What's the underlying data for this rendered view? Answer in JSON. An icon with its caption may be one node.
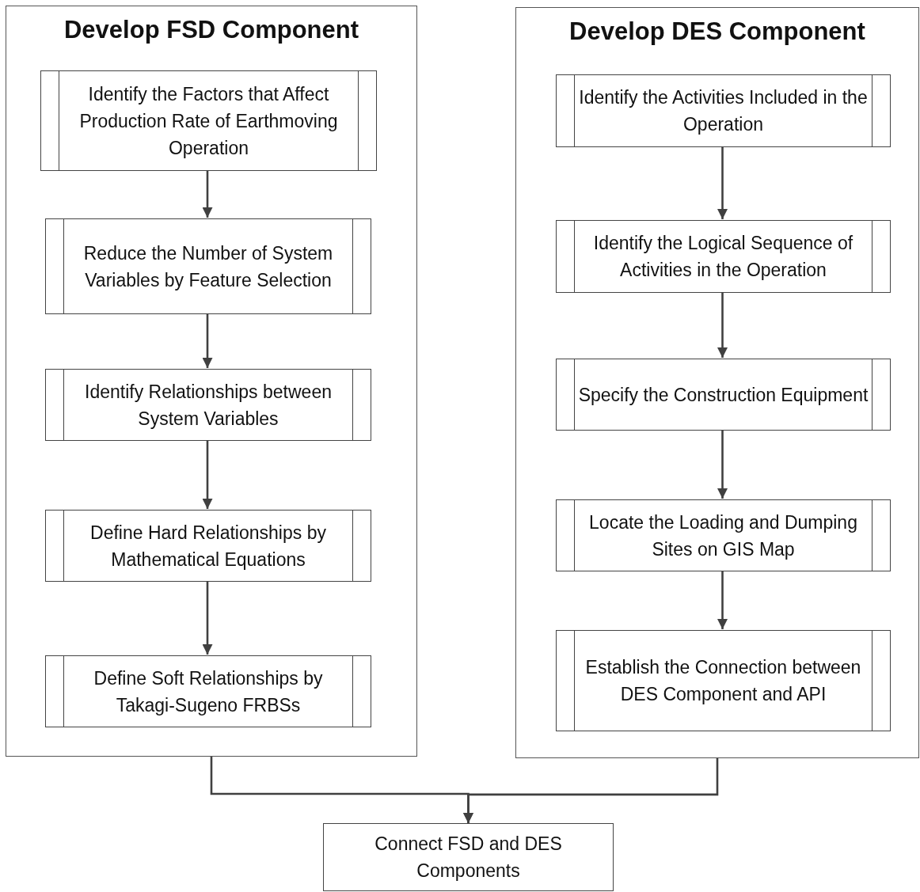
{
  "diagram": {
    "nodes": [
      {
        "text": [
          "Develop FSD Component"
        ]
      },
      {
        "text": [
          "Identify the Factors that Affect Production Rate of Earthmoving Operation"
        ],
        "in": 0
      },
      {
        "text": [
          "Reduce the Number of System Variables by Feature Selection"
        ],
        "in": 0
      },
      {
        "text": [
          "Identify Relationships between System Variables"
        ],
        "in": 0
      },
      {
        "text": [
          "Define Hard Relationships by Mathematical Equations"
        ],
        "in": 0
      },
      {
        "text": [
          "Define Soft Relationships by Takagi-Sugeno FRBSs"
        ],
        "in": 0
      },
      {
        "text": [
          "Develop DES Component"
        ]
      },
      {
        "text": [
          "Identify the Activities Included in the Operation"
        ],
        "in": 6
      },
      {
        "text": [
          "Identify the Logical Sequence of Activities in the Operation"
        ],
        "in": 6
      },
      {
        "text": [
          "Specify the Construction Equipment"
        ],
        "in": 6
      },
      {
        "text": [
          "Locate the Loading and Dumping Sites on GIS Map"
        ],
        "in": 6
      },
      {
        "text": [
          "Establish the Connection between DES Component and API"
        ],
        "in": 6
      },
      {
        "text": [
          "Connect FSD and DES Components"
        ]
      }
    ],
    "edges": [
      {
        "from": 1,
        "to": 2,
        "arrow": "to"
      },
      {
        "from": 2,
        "to": 3,
        "arrow": "to"
      },
      {
        "from": 3,
        "to": 4,
        "arrow": "to"
      },
      {
        "from": 4,
        "to": 5,
        "arrow": "to"
      },
      {
        "from": 7,
        "to": 8,
        "arrow": "to"
      },
      {
        "from": 8,
        "to": 9,
        "arrow": "to"
      },
      {
        "from": 9,
        "to": 10,
        "arrow": "to"
      },
      {
        "from": 10,
        "to": 11,
        "arrow": "to"
      },
      {
        "from": 0,
        "to": 12,
        "arrow": "to"
      },
      {
        "from": 6,
        "to": 12,
        "arrow": "to"
      }
    ]
  }
}
